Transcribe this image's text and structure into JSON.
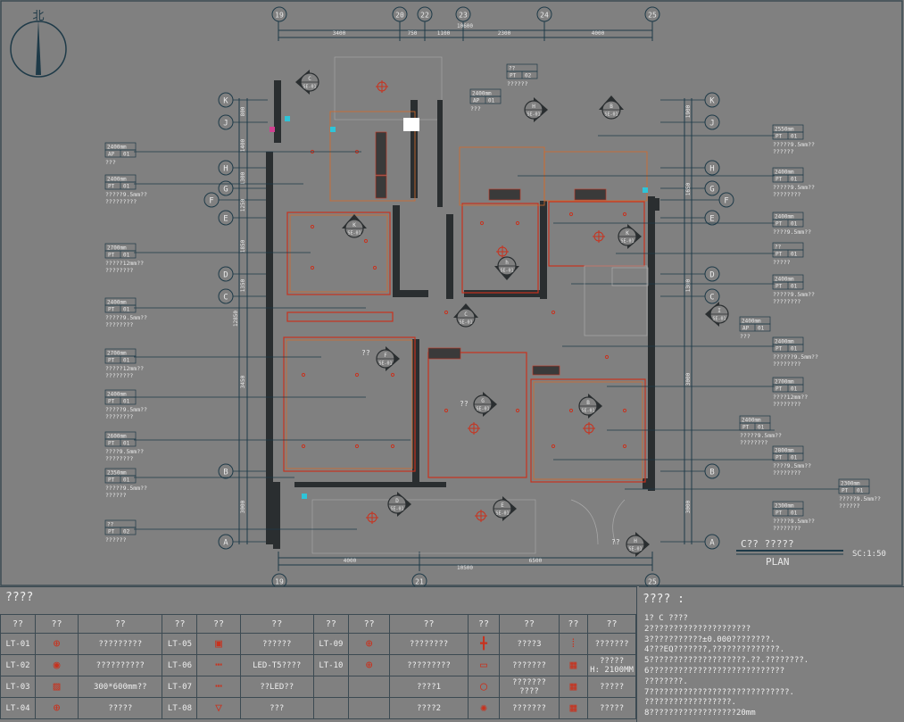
{
  "compass": {
    "label": "北"
  },
  "grid_top": [
    "19",
    "20",
    "22",
    "23",
    "24",
    "25"
  ],
  "dims_top": [
    "3400",
    "750",
    "1100",
    "2300",
    "4000"
  ],
  "dim_top_total": "10600",
  "grid_left": [
    "K",
    "J",
    "H",
    "G",
    "F",
    "E",
    "D",
    "C",
    "B",
    "A"
  ],
  "grid_right": [
    "K",
    "J",
    "H",
    "G",
    "F",
    "E",
    "D",
    "C",
    "B",
    "A"
  ],
  "dims_left": [
    "800",
    "1400",
    "1300",
    "1250",
    "1850",
    "1350",
    "12850",
    "3450",
    "3000"
  ],
  "dims_right": [
    "1900",
    "1650",
    "1300",
    "3000",
    "3000"
  ],
  "grid_bottom": [
    "19",
    "21",
    "25"
  ],
  "dims_bottom": [
    "4000",
    "6500"
  ],
  "dim_bottom_total": "10500",
  "tags_left": [
    {
      "h": "2400mm",
      "code": "AP",
      "num": "01",
      "note": "???",
      "note2": ""
    },
    {
      "h": "2400mm",
      "code": "PT",
      "num": "01",
      "note": "?????9.5mm??",
      "note2": "?????????"
    },
    {
      "h": "2700mm",
      "code": "PT",
      "num": "01",
      "note": "?????12mm??",
      "note2": "????????"
    },
    {
      "h": "2400mm",
      "code": "PT",
      "num": "01",
      "note": "?????9.5mm??",
      "note2": "????????"
    },
    {
      "h": "2700mm",
      "code": "PT",
      "num": "01",
      "note": "?????12mm??",
      "note2": "????????"
    },
    {
      "h": "2400mm",
      "code": "PT",
      "num": "01",
      "note": "?????9.5mm??",
      "note2": "????????"
    },
    {
      "h": "2600mm",
      "code": "PT",
      "num": "01",
      "note": "????9.5mm??",
      "note2": "????????"
    },
    {
      "h": "2350mm",
      "code": "PT",
      "num": "01",
      "note": "?????9.5mm??",
      "note2": "??????"
    },
    {
      "h": "??",
      "code": "PT",
      "num": "02",
      "note": "??????",
      "note2": ""
    }
  ],
  "tags_right": [
    {
      "h": "2550mm",
      "code": "PT",
      "num": "01",
      "note": "?????9.5mm??",
      "note2": "??????"
    },
    {
      "h": "2400mm",
      "code": "PT",
      "num": "01",
      "note": "?????9.5mm??",
      "note2": "????????"
    },
    {
      "h": "2400mm",
      "code": "PT",
      "num": "01",
      "note": "????9.5mm??",
      "note2": ""
    },
    {
      "h": "??",
      "code": "PT",
      "num": "01",
      "note": "?????",
      "note2": ""
    },
    {
      "h": "2400mm",
      "code": "PT",
      "num": "01",
      "note": "?????9.5mm??",
      "note2": "????????"
    },
    {
      "h": "2400mm",
      "code": "AP",
      "num": "01",
      "note": "???",
      "note2": ""
    },
    {
      "h": "2400mm",
      "code": "PT",
      "num": "01",
      "note": "??????9.5mm??",
      "note2": "????????"
    },
    {
      "h": "2700mm",
      "code": "PT",
      "num": "01",
      "note": "????12mm??",
      "note2": "????????"
    },
    {
      "h": "2400mm",
      "code": "PT",
      "num": "01",
      "note": "?????9.5mm??",
      "note2": "????????"
    },
    {
      "h": "2800mm",
      "code": "PT",
      "num": "01",
      "note": "????9.5mm??",
      "note2": "????????"
    },
    {
      "h": "2300mm",
      "code": "PT",
      "num": "01",
      "note": "?????9.5mm??",
      "note2": "????????"
    },
    {
      "h": "2300mm",
      "code": "PT",
      "num": "01",
      "note": "?????9.5mm??",
      "note2": "??????"
    }
  ],
  "tags_plan": [
    {
      "h": "??",
      "code": "PT",
      "num": "02",
      "note": "??????"
    },
    {
      "h": "2400mm",
      "code": "AP",
      "num": "01",
      "note": "???"
    }
  ],
  "elev_markers": [
    {
      "letter": "C",
      "ref": "SE-01"
    },
    {
      "letter": "H",
      "ref": "SE-01"
    },
    {
      "letter": "B",
      "ref": "SE-01"
    },
    {
      "letter": "K",
      "ref": "SE-01"
    },
    {
      "letter": "K",
      "ref": "SE-01"
    },
    {
      "letter": "h",
      "ref": "SE-01"
    },
    {
      "letter": "C",
      "ref": "SE-01"
    },
    {
      "letter": "I",
      "ref": "SE-01"
    },
    {
      "letter": "F",
      "ref": "SE-01"
    },
    {
      "letter": "G",
      "ref": "SE-01"
    },
    {
      "letter": "B",
      "ref": "SE-01"
    },
    {
      "letter": "D",
      "ref": "SE-01"
    },
    {
      "letter": "E",
      "ref": "SE-01"
    },
    {
      "letter": "H",
      "ref": "SE-01"
    }
  ],
  "plan_labels": {
    "mark1": "??",
    "mark2": "??",
    "mark3": "??"
  },
  "title_block": {
    "title": "C??  ?????",
    "subtitle": "PLAN",
    "scale": "SC:1:50"
  },
  "legend": {
    "title": "????",
    "headers": [
      "??",
      "??",
      "??",
      "??",
      "??",
      "??",
      "??",
      "??",
      "??",
      "??",
      "??",
      "??",
      "??"
    ],
    "rows": [
      {
        "c1": "LT-01",
        "d1": "?????????",
        "c2": "LT-05",
        "d2": "??????",
        "c3": "LT-09",
        "d3": "????????",
        "d4": "????3",
        "d5": "???????"
      },
      {
        "c1": "LT-02",
        "d1": "??????????",
        "c2": "LT-06",
        "d2": "LED-T5????",
        "c3": "LT-10",
        "d3": "?????????",
        "d4": "???????",
        "d5": "?????",
        "d5b": "H: 2100MM"
      },
      {
        "c1": "LT-03",
        "d1": "300*600mm??",
        "c2": "LT-07",
        "d2": "??LED??",
        "c3": "",
        "d3": "????1",
        "d4": "???????",
        "d4b": "????",
        "d5": "?????"
      },
      {
        "c1": "LT-04",
        "d1": "?????",
        "c2": "LT-08",
        "d2": "???",
        "c3": "",
        "d3": "????2",
        "d4": "???????",
        "d5": "?????"
      }
    ]
  },
  "notes": {
    "title": "???? :",
    "lines": [
      "1? C  ????",
      "2?????????????????????",
      "3???????????±0.000????????.",
      "4???EQ???????,??????????????.",
      "5????????????????????.??.????????.",
      "6????????????????????????????",
      "    ????????.",
      "7?????????????????????????????.",
      "    ??????????????????.",
      "8??????????????????20mm"
    ]
  },
  "colors": {
    "bg": "#808080",
    "line": "#1e3a48",
    "wall": "#2a2e30",
    "red": "#c8321e",
    "orange": "#d46a2a",
    "text": "#e8e8e8"
  }
}
